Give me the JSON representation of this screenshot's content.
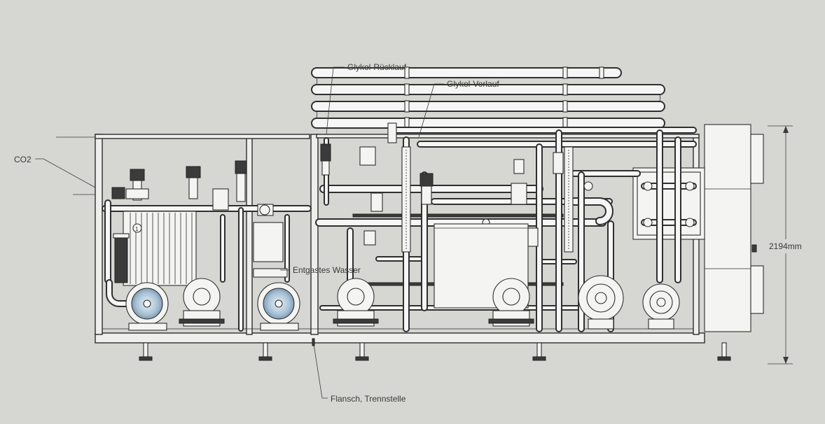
{
  "labels": {
    "co2": "CO2",
    "glykol_ruecklauf": "Glykol-Rücklauf",
    "glykol_vorlauf": "Glykol-Vorlauf",
    "entgastes_wasser": "Entgastes Wasser",
    "flansch": "Flansch, Trennstelle",
    "height_dimension": "2194mm"
  },
  "colors": {
    "background": "#d6d6d3",
    "frame": "#2d2d2d",
    "pump_glass": "#9fb9d0"
  }
}
